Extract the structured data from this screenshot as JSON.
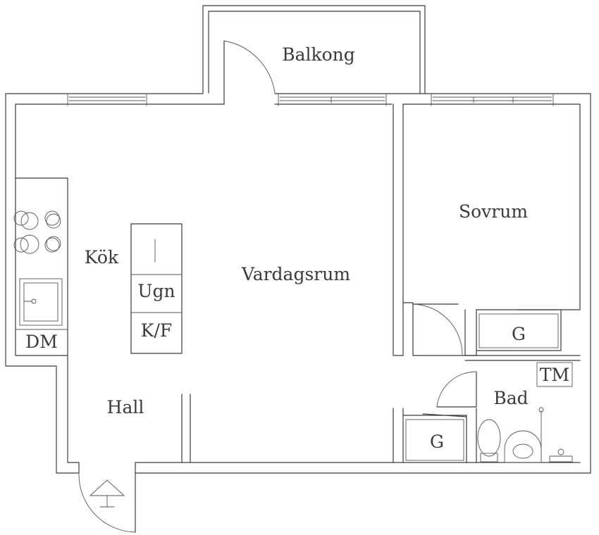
{
  "rooms": {
    "balkong": "Balkong",
    "sovrum": "Sovrum",
    "kok": "Kök",
    "vardagsrum": "Vardagsrum",
    "hall": "Hall",
    "bad": "Bad"
  },
  "fixtures": {
    "ugn": "Ugn",
    "kf": "K/F",
    "dm": "DM",
    "tm": "TM",
    "garderob_sovrum": "G",
    "garderob_hall": "G"
  }
}
